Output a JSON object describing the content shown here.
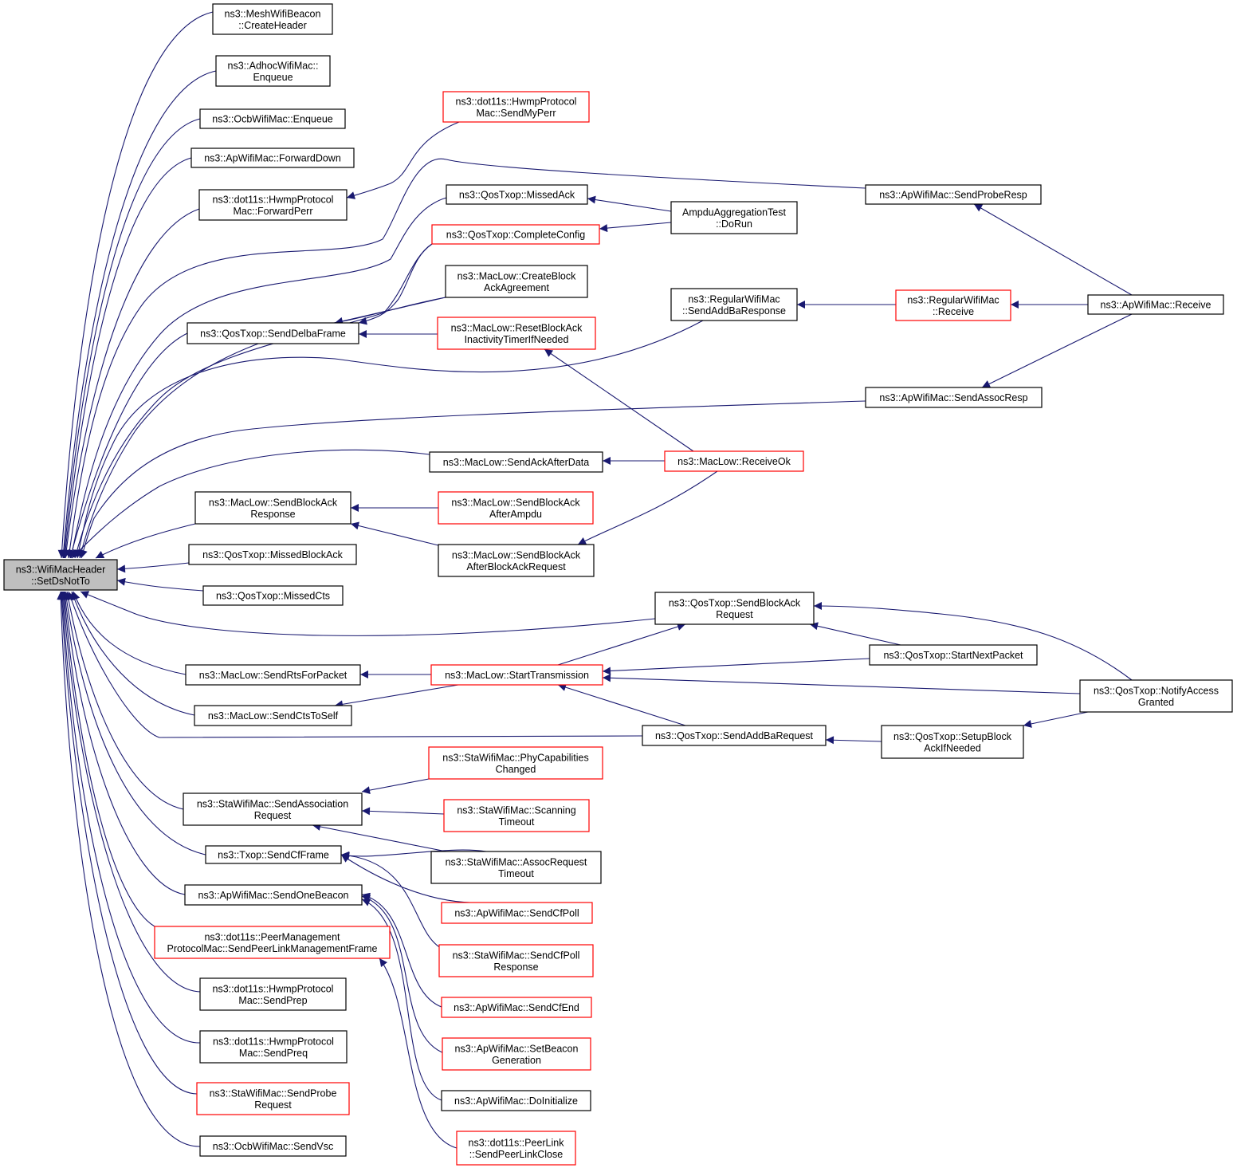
{
  "colors": {
    "edge": "#191970",
    "box_black": "#000000",
    "box_red": "#ff0000",
    "focus_fill": "#bfbfbf"
  },
  "nodes": {
    "root": {
      "lines": [
        "ns3::WifiMacHeader",
        "::SetDsNotTo"
      ],
      "style": "focus"
    },
    "n01": {
      "lines": [
        "ns3::MeshWifiBeacon",
        "::CreateHeader"
      ],
      "style": "black"
    },
    "n02": {
      "lines": [
        "ns3::AdhocWifiMac::",
        "Enqueue"
      ],
      "style": "black"
    },
    "n03": {
      "lines": [
        "ns3::OcbWifiMac::Enqueue"
      ],
      "style": "black"
    },
    "n04": {
      "lines": [
        "ns3::ApWifiMac::ForwardDown"
      ],
      "style": "black"
    },
    "n05": {
      "lines": [
        "ns3::dot11s::HwmpProtocol",
        "Mac::ForwardPerr"
      ],
      "style": "black"
    },
    "n06": {
      "lines": [
        "ns3::dot11s::HwmpProtocol",
        "Mac::SendMyPerr"
      ],
      "style": "red"
    },
    "n07": {
      "lines": [
        "ns3::ApWifiMac::SendProbeResp"
      ],
      "style": "black"
    },
    "n08": {
      "lines": [
        "ns3::QosTxop::MissedAck"
      ],
      "style": "black"
    },
    "n09": {
      "lines": [
        "AmpduAggregationTest",
        "::DoRun"
      ],
      "style": "black"
    },
    "n10": {
      "lines": [
        "ns3::QosTxop::CompleteConfig"
      ],
      "style": "red"
    },
    "n11": {
      "lines": [
        "ns3::MacLow::CreateBlock",
        "AckAgreement"
      ],
      "style": "black"
    },
    "n12": {
      "lines": [
        "ns3::RegularWifiMac",
        "::SendAddBaResponse"
      ],
      "style": "black"
    },
    "n13": {
      "lines": [
        "ns3::RegularWifiMac",
        "::Receive"
      ],
      "style": "red"
    },
    "n14": {
      "lines": [
        "ns3::ApWifiMac::Receive"
      ],
      "style": "black"
    },
    "n15": {
      "lines": [
        "ns3::QosTxop::SendDelbaFrame"
      ],
      "style": "black"
    },
    "n16": {
      "lines": [
        "ns3::MacLow::ResetBlockAck",
        "InactivityTimerIfNeeded"
      ],
      "style": "red"
    },
    "n17": {
      "lines": [
        "ns3::ApWifiMac::SendAssocResp"
      ],
      "style": "black"
    },
    "n18": {
      "lines": [
        "ns3::MacLow::SendAckAfterData"
      ],
      "style": "black"
    },
    "n19": {
      "lines": [
        "ns3::MacLow::ReceiveOk"
      ],
      "style": "red"
    },
    "n20": {
      "lines": [
        "ns3::MacLow::SendBlockAck",
        "Response"
      ],
      "style": "black"
    },
    "n21": {
      "lines": [
        "ns3::MacLow::SendBlockAck",
        "AfterAmpdu"
      ],
      "style": "red"
    },
    "n22": {
      "lines": [
        "ns3::MacLow::SendBlockAck",
        "AfterBlockAckRequest"
      ],
      "style": "black"
    },
    "n23": {
      "lines": [
        "ns3::QosTxop::MissedBlockAck"
      ],
      "style": "black"
    },
    "n24": {
      "lines": [
        "ns3::QosTxop::MissedCts"
      ],
      "style": "black"
    },
    "n25": {
      "lines": [
        "ns3::QosTxop::SendBlockAck",
        "Request"
      ],
      "style": "black"
    },
    "n26": {
      "lines": [
        "ns3::QosTxop::StartNextPacket"
      ],
      "style": "black"
    },
    "n27": {
      "lines": [
        "ns3::MacLow::SendRtsForPacket"
      ],
      "style": "black"
    },
    "n28": {
      "lines": [
        "ns3::MacLow::StartTransmission"
      ],
      "style": "red"
    },
    "n29": {
      "lines": [
        "ns3::QosTxop::NotifyAccess",
        "Granted"
      ],
      "style": "black"
    },
    "n30": {
      "lines": [
        "ns3::MacLow::SendCtsToSelf"
      ],
      "style": "black"
    },
    "n31": {
      "lines": [
        "ns3::QosTxop::SendAddBaRequest"
      ],
      "style": "black"
    },
    "n32": {
      "lines": [
        "ns3::QosTxop::SetupBlock",
        "AckIfNeeded"
      ],
      "style": "black"
    },
    "n33": {
      "lines": [
        "ns3::StaWifiMac::PhyCapabilities",
        "Changed"
      ],
      "style": "red"
    },
    "n34": {
      "lines": [
        "ns3::StaWifiMac::SendAssociation",
        "Request"
      ],
      "style": "black"
    },
    "n35": {
      "lines": [
        "ns3::StaWifiMac::Scanning",
        "Timeout"
      ],
      "style": "red"
    },
    "n36": {
      "lines": [
        "ns3::StaWifiMac::AssocRequest",
        "Timeout"
      ],
      "style": "black"
    },
    "n37": {
      "lines": [
        "ns3::Txop::SendCfFrame"
      ],
      "style": "black"
    },
    "n38": {
      "lines": [
        "ns3::ApWifiMac::SendOneBeacon"
      ],
      "style": "black"
    },
    "n39": {
      "lines": [
        "ns3::ApWifiMac::SendCfPoll"
      ],
      "style": "red"
    },
    "n40": {
      "lines": [
        "ns3::dot11s::PeerManagement",
        "ProtocolMac::SendPeerLinkManagementFrame"
      ],
      "style": "red"
    },
    "n41": {
      "lines": [
        "ns3::StaWifiMac::SendCfPoll",
        "Response"
      ],
      "style": "red"
    },
    "n42": {
      "lines": [
        "ns3::dot11s::HwmpProtocol",
        "Mac::SendPrep"
      ],
      "style": "black"
    },
    "n43": {
      "lines": [
        "ns3::ApWifiMac::SendCfEnd"
      ],
      "style": "red"
    },
    "n44": {
      "lines": [
        "ns3::dot11s::HwmpProtocol",
        "Mac::SendPreq"
      ],
      "style": "black"
    },
    "n45": {
      "lines": [
        "ns3::ApWifiMac::SetBeacon",
        "Generation"
      ],
      "style": "red"
    },
    "n46": {
      "lines": [
        "ns3::StaWifiMac::SendProbe",
        "Request"
      ],
      "style": "red"
    },
    "n47": {
      "lines": [
        "ns3::ApWifiMac::DoInitialize"
      ],
      "style": "black"
    },
    "n48": {
      "lines": [
        "ns3::OcbWifiMac::SendVsc"
      ],
      "style": "black"
    },
    "n49": {
      "lines": [
        "ns3::dot11s::PeerLink",
        "::SendPeerLinkClose"
      ],
      "style": "red"
    }
  },
  "edges": [
    [
      "n01",
      "root"
    ],
    [
      "n02",
      "root"
    ],
    [
      "n03",
      "root"
    ],
    [
      "n04",
      "root"
    ],
    [
      "n05",
      "root"
    ],
    [
      "n07",
      "root"
    ],
    [
      "n08",
      "root"
    ],
    [
      "n10",
      "root"
    ],
    [
      "n11",
      "root"
    ],
    [
      "n12",
      "root"
    ],
    [
      "n15",
      "root"
    ],
    [
      "n17",
      "root"
    ],
    [
      "n18",
      "root"
    ],
    [
      "n20",
      "root"
    ],
    [
      "n23",
      "root"
    ],
    [
      "n24",
      "root"
    ],
    [
      "n25",
      "root"
    ],
    [
      "n27",
      "root"
    ],
    [
      "n30",
      "root"
    ],
    [
      "n31",
      "root"
    ],
    [
      "n34",
      "root"
    ],
    [
      "n37",
      "root"
    ],
    [
      "n38",
      "root"
    ],
    [
      "n40",
      "root"
    ],
    [
      "n42",
      "root"
    ],
    [
      "n44",
      "root"
    ],
    [
      "n46",
      "root"
    ],
    [
      "n48",
      "root"
    ],
    [
      "n06",
      "n05"
    ],
    [
      "n09",
      "n08"
    ],
    [
      "n09",
      "n10"
    ],
    [
      "n14",
      "n07"
    ],
    [
      "n13",
      "n12"
    ],
    [
      "n14",
      "n13"
    ],
    [
      "n14",
      "n17"
    ],
    [
      "n11",
      "n15"
    ],
    [
      "n10",
      "n15"
    ],
    [
      "n16",
      "n15"
    ],
    [
      "n19",
      "n16"
    ],
    [
      "n19",
      "n18"
    ],
    [
      "n21",
      "n20"
    ],
    [
      "n22",
      "n20"
    ],
    [
      "n19",
      "n22"
    ],
    [
      "n29",
      "n25"
    ],
    [
      "n26",
      "n25"
    ],
    [
      "n28",
      "n25"
    ],
    [
      "n26",
      "n28"
    ],
    [
      "n29",
      "n28"
    ],
    [
      "n31",
      "n28"
    ],
    [
      "n28",
      "n27"
    ],
    [
      "n28",
      "n30"
    ],
    [
      "n32",
      "n31"
    ],
    [
      "n29",
      "n32"
    ],
    [
      "n33",
      "n34"
    ],
    [
      "n35",
      "n34"
    ],
    [
      "n36",
      "n34"
    ],
    [
      "n36",
      "n37"
    ],
    [
      "n39",
      "n37"
    ],
    [
      "n41",
      "n37"
    ],
    [
      "n43",
      "n38"
    ],
    [
      "n45",
      "n38"
    ],
    [
      "n47",
      "n38"
    ],
    [
      "n49",
      "n40"
    ]
  ]
}
